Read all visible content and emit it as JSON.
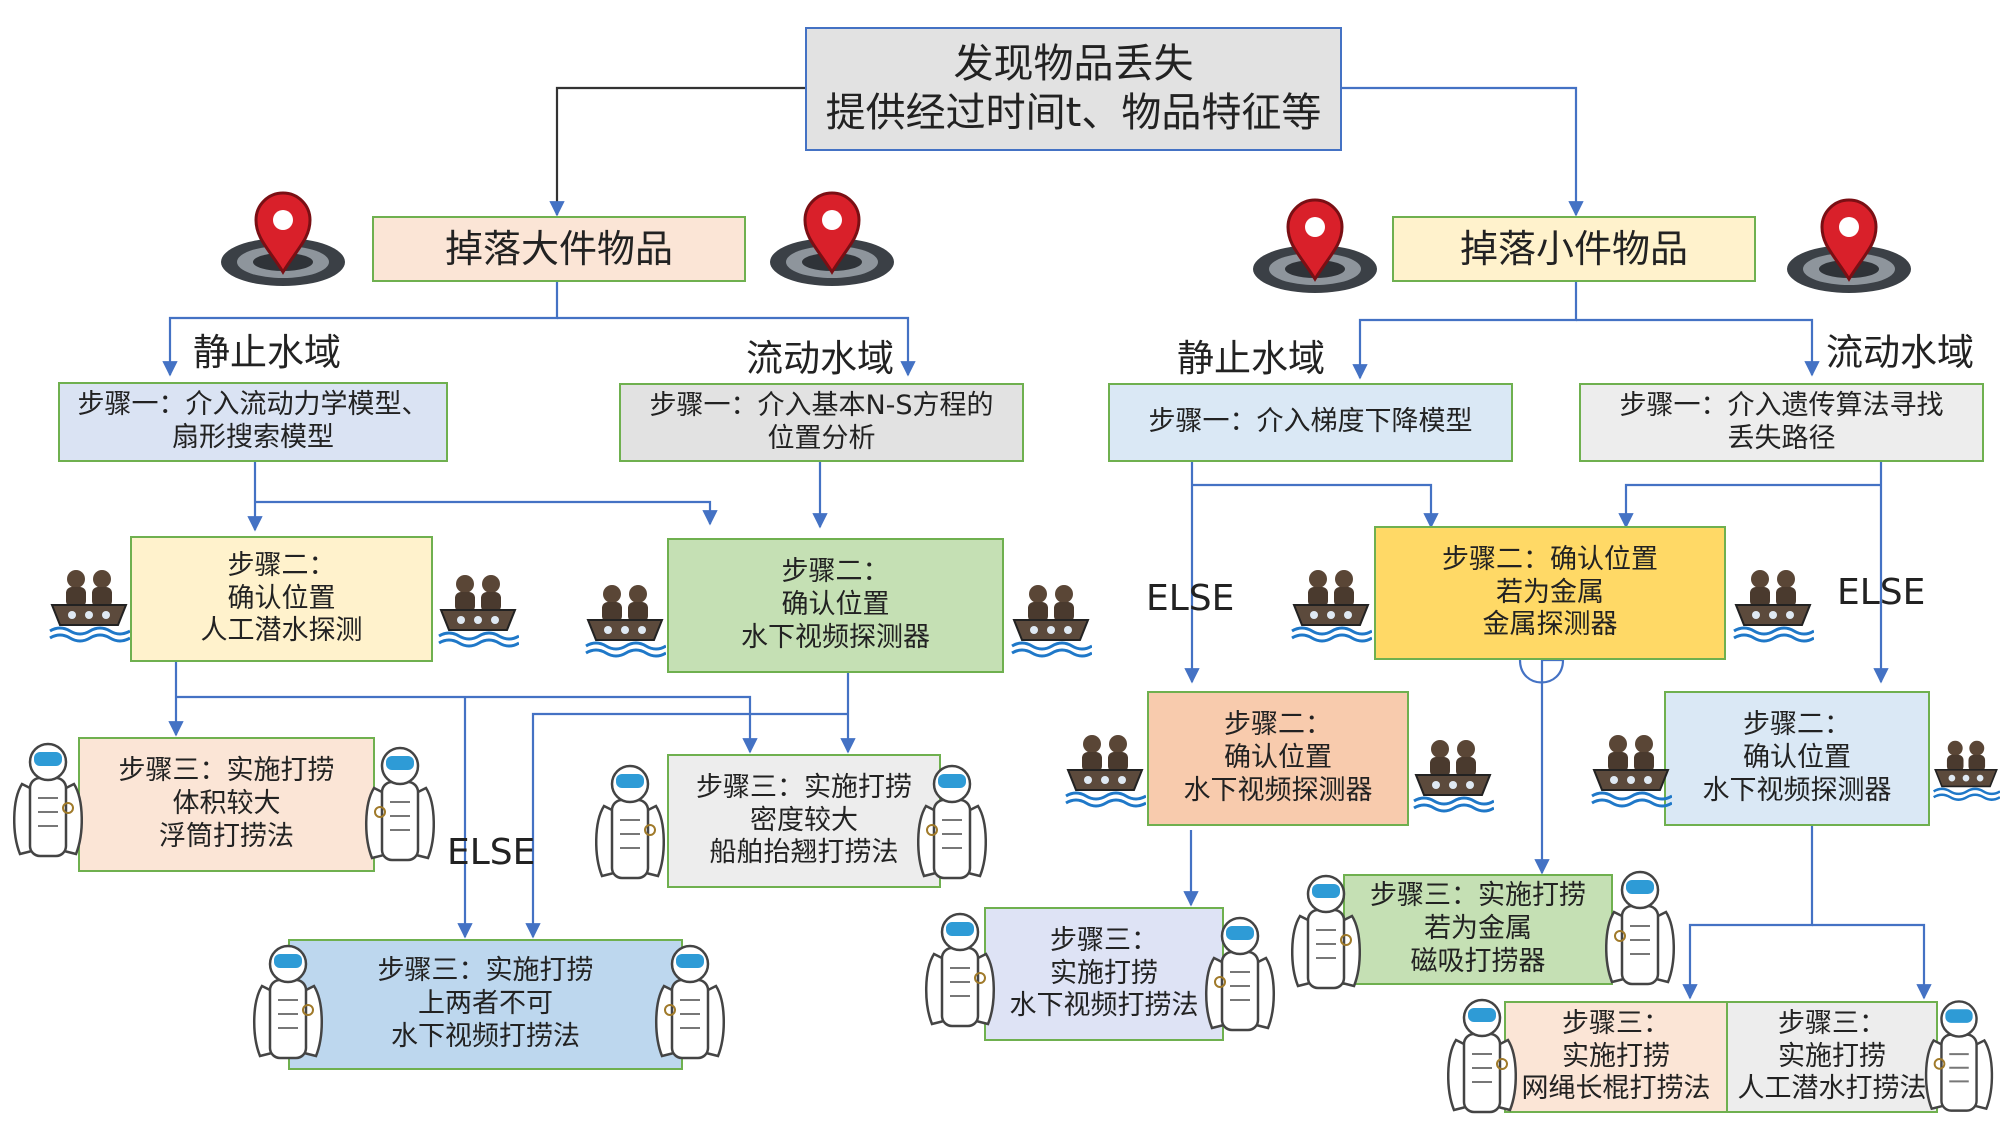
{
  "top": {
    "line1": "发现物品丢失",
    "line2": "提供经过时间t、物品特征等"
  },
  "left": {
    "title": "掉落大件物品",
    "still_label": "静止水域",
    "flow_label": "流动水域",
    "still_step1": {
      "line1": "步骤一：介入流动力学模型、",
      "line2": "扇形搜索模型"
    },
    "flow_step1": {
      "line1": "步骤一：介入基本N-S方程的",
      "line2": "位置分析"
    },
    "step2_diver": {
      "line1": "步骤二：",
      "line2": "确认位置",
      "line3": "人工潜水探测"
    },
    "step2_video": {
      "line1": "步骤二：",
      "line2": "确认位置",
      "line3": "水下视频探测器"
    },
    "step3_float": {
      "line1": "步骤三：实施打捞",
      "line2": "体积较大",
      "line3": "浮筒打捞法"
    },
    "step3_ship": {
      "line1": "步骤三：实施打捞",
      "line2": "密度较大",
      "line3": "船舶抬翘打捞法"
    },
    "else_label": "ELSE",
    "step3_video": {
      "line1": "步骤三：实施打捞",
      "line2": "上两者不可",
      "line3": "水下视频打捞法"
    }
  },
  "right": {
    "title": "掉落小件物品",
    "still_label": "静止水域",
    "flow_label": "流动水域",
    "still_step1": {
      "line1": "步骤一：介入梯度下降模型"
    },
    "flow_step1": {
      "line1": "步骤一：介入遗传算法寻找",
      "line2": "丢失路径"
    },
    "step2_metal": {
      "line1": "步骤二：确认位置",
      "line2": "若为金属",
      "line3": "金属探测器"
    },
    "else_left": "ELSE",
    "else_right": "ELSE",
    "step2_video_a": {
      "line1": "步骤二：",
      "line2": "确认位置",
      "line3": "水下视频探测器"
    },
    "step2_video_b": {
      "line1": "步骤二：",
      "line2": "确认位置",
      "line3": "水下视频探测器"
    },
    "step3_video": {
      "line1": "步骤三：",
      "line2": "实施打捞",
      "line3": "水下视频打捞法"
    },
    "step3_magnet": {
      "line1": "步骤三：实施打捞",
      "line2": "若为金属",
      "line3": "磁吸打捞器"
    },
    "step3_net": {
      "line1": "步骤三：",
      "line2": "实施打捞",
      "line3": "网绳长棍打捞法"
    },
    "step3_diver": {
      "line1": "步骤三：",
      "line2": "实施打捞",
      "line3": "人工潜水打捞法"
    }
  },
  "icons": {
    "location": "location-pin-icon",
    "rescue_boat": "rescue-boat-icon",
    "diver_robot": "diver-robot-icon"
  },
  "colors": {
    "line": "#4472c4",
    "border": "#6fb04f",
    "pin": "#d9202a"
  }
}
